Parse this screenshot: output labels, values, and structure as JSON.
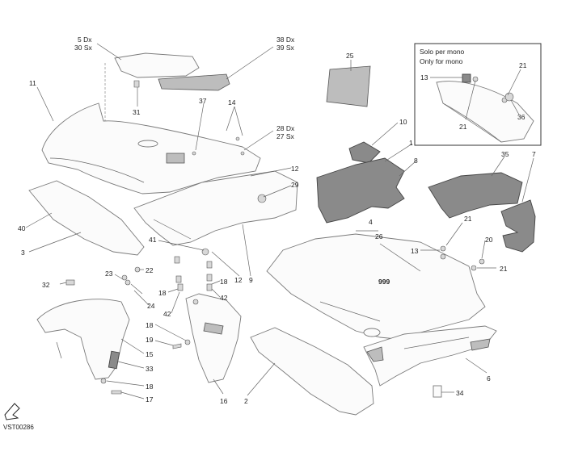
{
  "callouts": {
    "c5_30": [
      "5 Dx",
      "30 Sx"
    ],
    "c38_39": [
      "38 Dx",
      "39 Sx"
    ],
    "c28_27": [
      "28 Dx",
      "27 Sx"
    ],
    "n11": "11",
    "n31": "31",
    "n37": "37",
    "n14": "14",
    "n25": "25",
    "n10": "10",
    "n1": "1",
    "n8": "8",
    "n35": "35",
    "n7": "7",
    "n12a": "12",
    "n29": "29",
    "n40": "40",
    "n3": "3",
    "n41": "41",
    "n12b": "12",
    "n9": "9",
    "n4": "4",
    "n26": "26",
    "n21a": "21",
    "n13a": "13",
    "n20": "20",
    "n21b": "21",
    "n23": "23",
    "n22": "22",
    "n32": "32",
    "n24": "24",
    "n18a": "18",
    "n42a": "42",
    "n18b": "18",
    "n42b": "42",
    "n18c": "18",
    "n19": "19",
    "n15": "15",
    "n33": "33",
    "n18d": "18",
    "n17": "17",
    "n16": "16",
    "n2": "2",
    "n6": "6",
    "n34": "34"
  },
  "inset": {
    "title_it": "Solo per mono",
    "title_en": "Only for mono",
    "n13": "13",
    "n21a": "21",
    "n21b": "21",
    "n36": "36"
  },
  "decal_text": "999",
  "figure_code": "VST00286"
}
